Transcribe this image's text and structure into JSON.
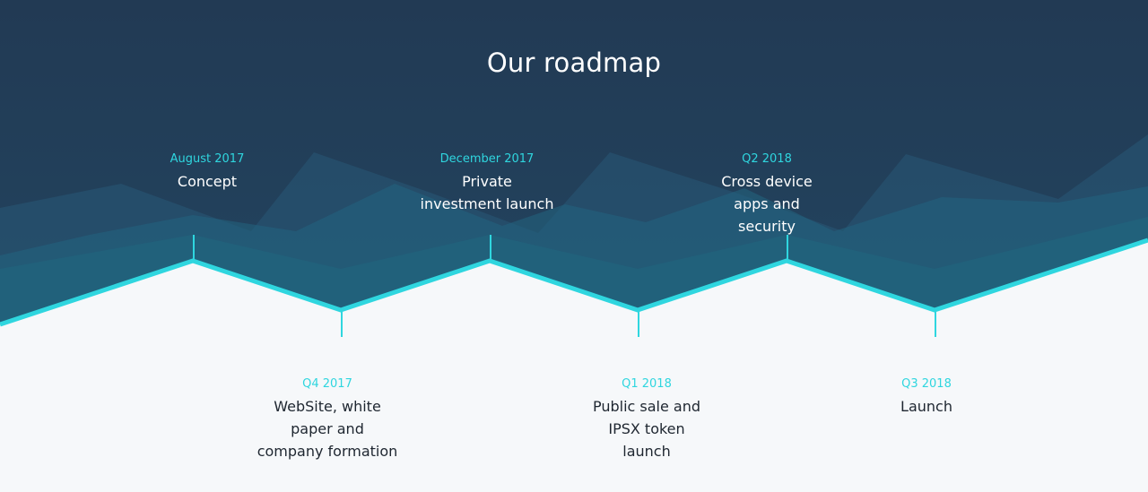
{
  "page": {
    "title": "Our roadmap"
  },
  "colors": {
    "header_dark": "#233b56",
    "band": "#23607a",
    "accent_line": "#2fd6df",
    "page_bg": "#f6f8fa"
  },
  "milestones": [
    {
      "date": "August 2017",
      "label": "Concept"
    },
    {
      "date": "Q4 2017",
      "label": "WebSite, white paper and company formation"
    },
    {
      "date": "December 2017",
      "label": "Private investment launch"
    },
    {
      "date": "Q1 2018",
      "label": "Public sale and IPSX token launch"
    },
    {
      "date": "Q2 2018",
      "label": "Cross device apps and security"
    },
    {
      "date": "Q3 2018",
      "label": "Launch"
    }
  ]
}
